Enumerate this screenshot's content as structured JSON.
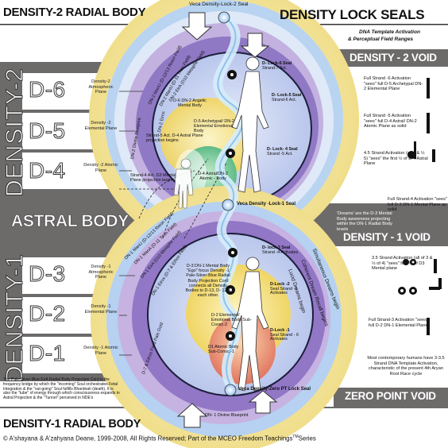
{
  "header": {
    "left_title": "DENSITY-2 RADIAL BODY",
    "right_title": "DENSITY LOCK SEALS",
    "subtitle_line1": "DNA Template Activation",
    "subtitle_line2": "& Perceptual Field Ranges",
    "top_seal": "Veca Density-Lock-2 Seal"
  },
  "left_column": {
    "density2_vertical": "DENSITY-2",
    "density1_vertical": "DENSITY-1",
    "astral_body": "ASTRAL BODY",
    "d6": "D-6",
    "d5": "D-5",
    "d4": "D-4",
    "d3": "D-3",
    "d2": "D-2",
    "d1": "D-1",
    "d6_plane": "Density-2 Atmospheric Plane",
    "d5_plane": "Density -2 Elemental Plane",
    "d4_plane": "Density -2 Atomic Plane",
    "d3_plane": "Density -1 Atmospheric Plane",
    "d2_plane": "Density -1 Elemental Plane",
    "d1_plane": "Density -1 Atomic Plane",
    "cord_text": "The Pale-Silver-Blue EirA Radial Body Projection Cord is the frequency bridge by which the \"incoming\" Soul orchestrates Fetal Integration & the \"out-going\" Soul fulfills Bhardoah (death). It is also the \"tube\" of energy through which consciousness expands in Astral Projection & the \"Tunnel\" perceived in NDE's",
    "bottom_title": "DENSITY-1 RADIAL BODY"
  },
  "right_column": {
    "density2_void": "DENSITY - 2 VOID",
    "density1_void": "DENSITY - 1 VOID",
    "zero_point_void": "ZERO POINT VOID",
    "act_d6": "Full Strand -6 Activation \"sees\" full D-5 Archetypal DN-2 Elemental Plane",
    "act_d5": "Full Strand -5 Activation \"sees\" full D-4 Astral/ DN-2 Atomic Plane as solid",
    "act_d45": "4.5 Strand Activation (all 4 & ½ 5) \"sees\" the first ½ of D-4 Astral Plane",
    "act_d4": "Full Strand-4 Activation \"sees\" full D-3 DN-1 Mental Plane as solid",
    "dreams": "'Dreams' are the D-3 Mental Body awareness projecting within the DN-1 Radial Body levels",
    "act_d35": "3.5 Strand Activation (all of 3 & ½ of 4) \"sees\" first ½ of D3 Mental plane",
    "act_d3": "Full Strand-3 Activation \"sees\" full D-2 DN-1 Elemental Plane",
    "most_humans": "Most contemporary humans have 3-3.5 Strand DNA Template Activation, characteristic of the present 4th Aryan Root Race cycle"
  },
  "center": {
    "lock6_title": "D- Lock-6 Seal",
    "lock6_sub": "Strand-7 Act.",
    "lock5_title": "D- Lock-5 Seal",
    "lock5_sub": "Strand-6 Act.",
    "lock4_title": "D- Lock- 4 Seal",
    "lock4_sub": "Strand -5 Act.",
    "lock3_title": "D- lock-3 Seal",
    "lock3_sub": "Strand -4 Activates",
    "lock2_title": "D-Lock -2",
    "lock2_sub": "Seal Strand -5 Activates",
    "lock1_title": "D-Lock -1",
    "lock1_sub": "Seal Strand - 6 Activates",
    "seal_lock1": "Veca Density -Lock-1 Seal",
    "seal_zero": "Veca Density-Zero PT Lock Seal",
    "dn2_eirA": "DN-2 EirA (D10 Metaphe Field)",
    "dn2_mana": "DN-2 ManU (D-11 Trion Field)",
    "dn2_d12": "DN-2 ManU (D-12/13 Reion Field)",
    "dn2_eiros": "DN-2 Eiros",
    "dn2_blueprint": "DN-2 Divine Blueprint",
    "dn2_mental": "D-6 DN-2 Angelic Mental Body",
    "dn2_emotional": "D-5 Archetypal/ DN-2 Elemental Emotional Body",
    "astral_atomic": "D-4 Astral/DN-2 Atomic - Body",
    "strand5": "Strand-5 Act. D-4 Astral Plane projection begins",
    "strand4": "Strand-4 Act. D3 Mental Plane projection begins",
    "dn1_mental": "D-3 DN-1 Mental Body \"Ego\" focus Density -1 Pale-Silver-Blue Radial Body Projection Cord connects all Density Bodies to D-13, D- 12 & each other.",
    "dn1_emotional": "D-2 Elemental/ Emotional Body Sub-Consc-2",
    "dn1_atomic": "D1 Atomic Body Sub-Consc.-1",
    "dn1_manU": "DN-1 ManU (D-12/13 Reion Field)",
    "dn1_mana": "DN-1 ManA (D-11 Trion Field)",
    "dn1_eira": "DN-1 EirA (D10 Metaphe Field)",
    "dn1_eiros": "DN-1 Eiros (D-7 & Ethos Field)",
    "dn1_blueprint": "DN- 1 Divine Blueprint",
    "lucid": "Lucid Dreams begin",
    "coherent": "Coherent Dream Recall begins",
    "simultaneous": "Simultaneous Dreams begin",
    "dn1_gold": "D-7 & Ethos Field Pale Gold"
  },
  "footer": {
    "copyright": "© A'shayana & A'zahyana Deane, 1999-2008, All Rights Reserved; Part of the MCEO Freedom Teachings",
    "tm": "TM",
    "series": "Series"
  },
  "colors": {
    "band_gray": "#6d6a6a",
    "outer_gold": "#f2e39a",
    "outer_light": "#f6f0cc",
    "blue_ring": "#a9c9ee",
    "purple_ring": "#b39bd4",
    "deep_purple": "#8d73c0",
    "inner_blue": "#c8d6f2",
    "green_body": "#7fc79a",
    "yellow_body": "#f6e38c",
    "red_body": "#e07d6c",
    "cord_blue": "#bfe0f8"
  }
}
